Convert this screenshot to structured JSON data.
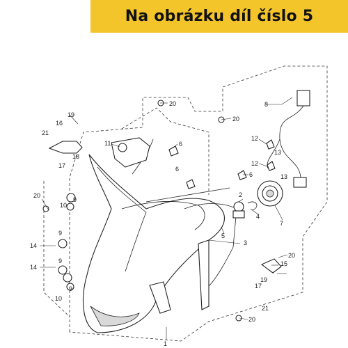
{
  "banner": {
    "text": "Na obrázku díl číslo 5",
    "color": "#f4c52a"
  },
  "callouts": [
    "1",
    "2",
    "3",
    "4",
    "5",
    "6",
    "6",
    "6",
    "7",
    "8",
    "9",
    "9",
    "9",
    "9",
    "10",
    "10",
    "11",
    "12",
    "12",
    "13",
    "13",
    "14",
    "14",
    "15",
    "16",
    "17",
    "17",
    "18",
    "19",
    "19",
    "20",
    "20",
    "20",
    "20",
    "20",
    "21",
    "21"
  ]
}
